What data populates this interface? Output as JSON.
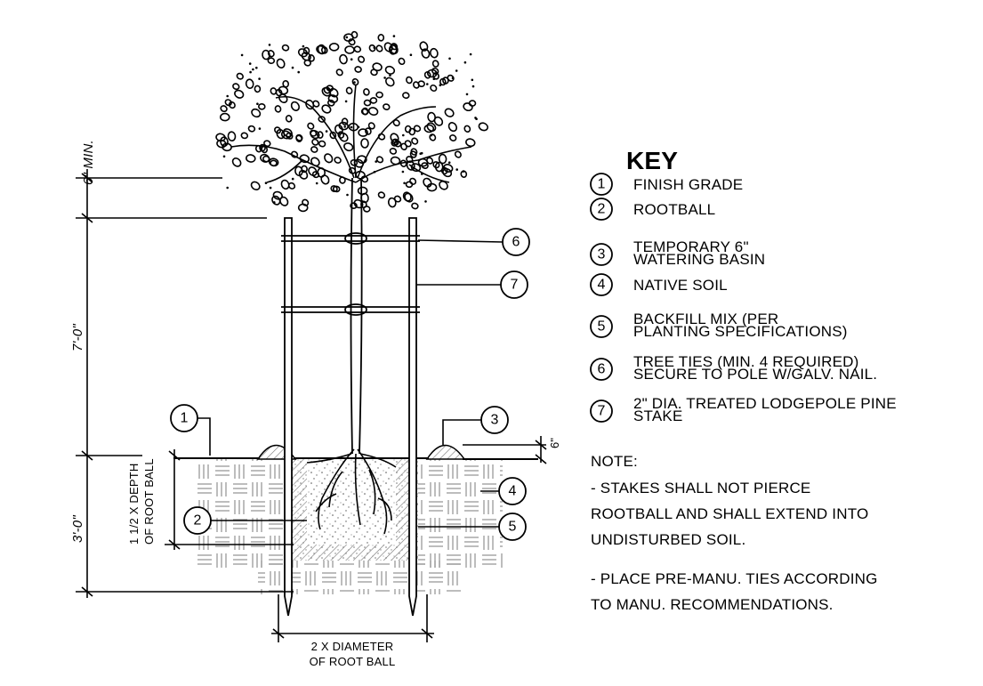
{
  "key": {
    "title": "KEY",
    "items": [
      {
        "num": "1",
        "lines": [
          "FINISH GRADE"
        ]
      },
      {
        "num": "2",
        "lines": [
          "ROOTBALL"
        ]
      },
      {
        "num": "3",
        "lines": [
          "TEMPORARY 6\"",
          "WATERING BASIN"
        ]
      },
      {
        "num": "4",
        "lines": [
          "NATIVE SOIL"
        ]
      },
      {
        "num": "5",
        "lines": [
          "BACKFILL MIX (PER",
          "PLANTING SPECIFICATIONS)"
        ]
      },
      {
        "num": "6",
        "lines": [
          "TREE TIES (MIN. 4 REQUIRED)",
          "SECURE TO POLE W/GALV. NAIL."
        ]
      },
      {
        "num": "7",
        "lines": [
          "2\" DIA. TREATED LODGEPOLE PINE",
          "STAKE"
        ]
      }
    ]
  },
  "note": {
    "title": "NOTE:",
    "lines": [
      "- STAKES SHALL NOT PIERCE",
      "ROOTBALL AND SHALL EXTEND INTO",
      "UNDISTURBED SOIL.",
      "- PLACE PRE-MANU. TIES ACCORDING",
      "TO MANU. RECOMMENDATIONS."
    ]
  },
  "dimensions": {
    "min_clearance": "6\" MIN.",
    "stake_height": "7'-0\"",
    "depth": "3'-0\"",
    "pit_depth": [
      "1 1/2 X DEPTH",
      "OF ROOT BALL"
    ],
    "pit_width": [
      "2 X DIAMETER",
      "OF ROOT BALL"
    ],
    "basin_height": "6\""
  },
  "callouts": [
    "1",
    "2",
    "3",
    "4",
    "5",
    "6",
    "7"
  ]
}
